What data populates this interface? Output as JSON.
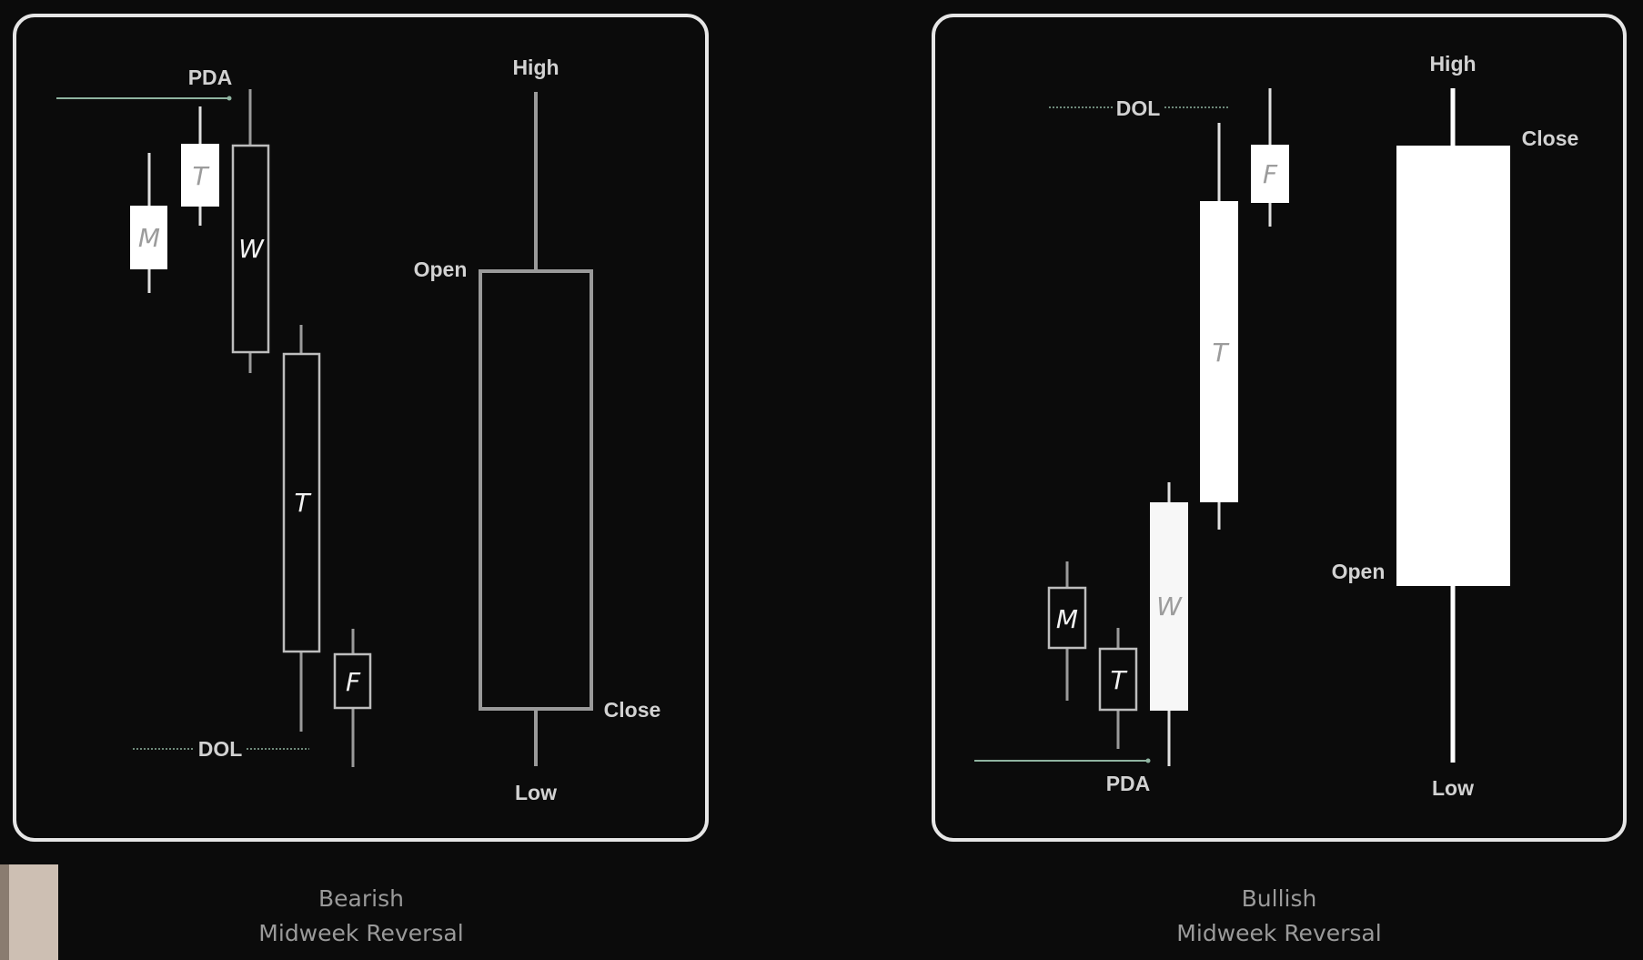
{
  "bearish": {
    "pda_label": "PDA",
    "dol_label": "DOL",
    "candles": [
      {
        "id": "m",
        "label": "M"
      },
      {
        "id": "t1",
        "label": "T"
      },
      {
        "id": "w",
        "label": "W"
      },
      {
        "id": "t2",
        "label": "T"
      },
      {
        "id": "f",
        "label": "F"
      }
    ],
    "weekly": {
      "high_label": "High",
      "open_label": "Open",
      "close_label": "Close",
      "low_label": "Low"
    },
    "caption_line1": "Bearish",
    "caption_line2": "Midweek Reversal"
  },
  "bullish": {
    "pda_label": "PDA",
    "dol_label": "DOL",
    "candles": [
      {
        "id": "m",
        "label": "M"
      },
      {
        "id": "t1",
        "label": "T"
      },
      {
        "id": "w",
        "label": "W"
      },
      {
        "id": "t2",
        "label": "T"
      },
      {
        "id": "f",
        "label": "F"
      }
    ],
    "weekly": {
      "high_label": "High",
      "close_label": "Close",
      "open_label": "Open",
      "low_label": "Low"
    },
    "caption_line1": "Bullish",
    "caption_line2": "Midweek Reversal"
  },
  "colors": {
    "background": "#0b0b0b",
    "panel_border": "#e6e6e6",
    "bullish_body": "#ffffff",
    "bearish_outline": "#bdbdbd",
    "pda_line": "#8fb3a0"
  }
}
